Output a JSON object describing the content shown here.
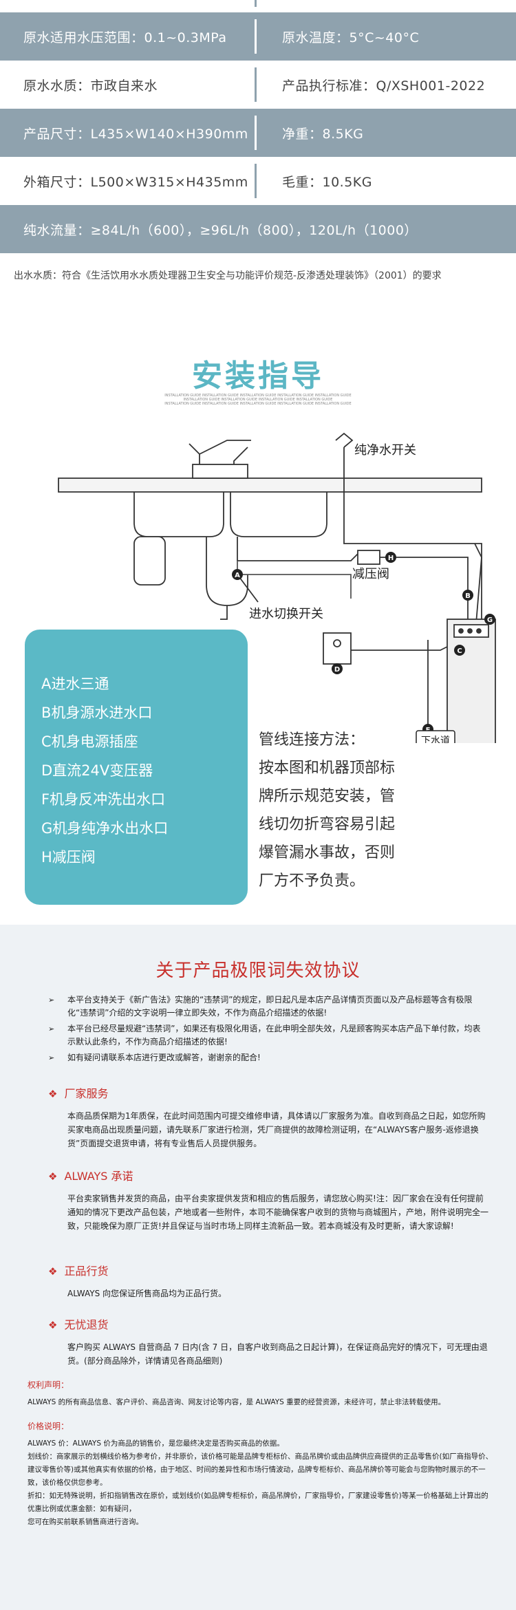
{
  "specs": {
    "rows": [
      {
        "left": "原水适用水压范围：0.1~0.3MPa",
        "right": "原水温度：5°C~40°C"
      },
      {
        "left": "原水水质：市政自来水",
        "right": "产品执行标准：Q/XSH001-2022"
      },
      {
        "left": "产品尺寸：L435×W140×H390mm",
        "right": "净重：8.5KG"
      },
      {
        "left": "外箱尺寸：L500×W315×H435mm",
        "right": "毛重：10.5KG"
      }
    ],
    "flow": "纯水流量：≥84L/h（600），≥96L/h（800），120L/h（1000）",
    "note": "出水水质：符合《生活饮用水水质处理器卫生安全与功能评价规范-反渗透处理装饰》（2001）的要求"
  },
  "guide": {
    "title": "安装指导",
    "subtitle_lines": [
      "INSTALLATION GUIDE INSTALLATION GUIDE INSTALLATION GUIDE INSTALLATION GUIDE INSTALLATION GUIDE",
      "INSTALLATION GUIDE INSTALLATION GUIDE INSTALLATION GUIDE INSTALLATION GUIDE",
      "INSTALLATION GUIDE INSTALLATION GUIDE INSTALLATION GUIDE INSTALLATION GUIDE INSTALLATION GUIDE"
    ],
    "diagram_labels": {
      "pure_switch": "纯净水开关",
      "valve": "减压阀",
      "inlet_switch": "进水切换开关",
      "drain": "下水道",
      "A": "A",
      "B": "B",
      "C": "C",
      "D": "D",
      "F": "F",
      "G": "G",
      "H": "H"
    },
    "legend": [
      "A进水三通",
      "B机身源水进水口",
      "C机身电源插座",
      "D直流24V变压器",
      "F机身反冲洗出水口",
      "G机身纯净水出水口",
      "H减压阀"
    ],
    "method_lines": [
      "管线连接方法：",
      "按本图和机器顶部标",
      "牌所示规范安装，管",
      "线切勿折弯容易引起",
      "爆管漏水事故，否则",
      "厂方不予负责。"
    ]
  },
  "agreement": {
    "title": "关于产品极限词失效协议",
    "arrow": "➢",
    "diamond": "❖",
    "bullets": [
      "本平台支持关于《新广告法》实施的“违禁词”的规定，即日起凡是本店产品详情页页面以及产品标题等含有极限化“违禁词”介绍的文字说明一律立即失效，不作为商品介绍描述的依据!",
      "本平台已经尽量规避“违禁词”，如果还有极限化用语，在此申明全部失效，凡是顾客购买本店产品下单付款，均表示默认此条约，不作为商品介绍描述的依据!",
      "如有疑问请联系本店进行更改或解答，谢谢亲的配合!"
    ],
    "sections": [
      {
        "head": "厂家服务",
        "body": "本商品质保期为1年质保，在此时间范围内可提交维修申请，具体请以厂家服务为准。自收到商品之日起，如您所购买家电商品出现质量问题，请先联系厂家进行检测，凭厂商提供的故障检测证明，在“ALWAYS客户服务-返修退换货”页面提交退货申请，将有专业售后人员提供服务。"
      },
      {
        "head": "ALWAYS 承诺",
        "body": "平台卖家销售并发货的商品，由平台卖家提供发货和相应的售后服务，请您放心购买!注：因厂家会在没有任何提前通知的情况下更改产品包装，产地或者一些附件，本司不能确保客户收到的货物与商城图片，产地，附件说明完全一致，只能晚保为原厂正货!并且保证与当时市场上同样主流新品一致。若本商城没有及时更新，请大家谅解!"
      },
      {
        "head": "正品行货",
        "body": "ALWAYS 向您保证所售商品均为正品行货。"
      },
      {
        "head": "无忧退货",
        "body": "客户购买 ALWAYS 自营商品 7 日内(含 7 日，自客户收到商品之日起计算)，在保证商品完好的情况下，可无理由退货。(部分商品除外，详情请见各商品细则)"
      }
    ],
    "rights_head": "权利声明：",
    "rights_body": "ALWAYS 的所有商品信息、客户评价、商品咨询、网友讨论等内容，是 ALWAYS 重要的经营资源，未经许可，禁止非法转载使用。",
    "price_head": "价格说明：",
    "price_lines": [
      "ALWAYS 价：ALWAYS 价为商品的销售价，是您最终决定是否购买商品的依据。",
      "划线价：商家展示的划横线价格为参考价，并非原价，该价格可能是品牌专柜标价、商品吊牌价或由品牌供应商提供的正品零售价(如厂商指导价、建议零售价等)或其他真实有依据的价格，由于地区、时间的差异性和市场行情波动，品牌专柜标价、商品吊牌价等可能会与您购物时展示的不一致，该价格仅供您参考。",
      "折扣：如无特殊说明，折扣指销售改在原价，或划线价(如品牌专柜标价，商品吊牌价，厂家指导价，厂家建设零售价)等某一价格基础上计算出的优惠比例或优惠金额：如有疑问，",
      "您可在购买前联系销售商进行咨询。"
    ]
  }
}
